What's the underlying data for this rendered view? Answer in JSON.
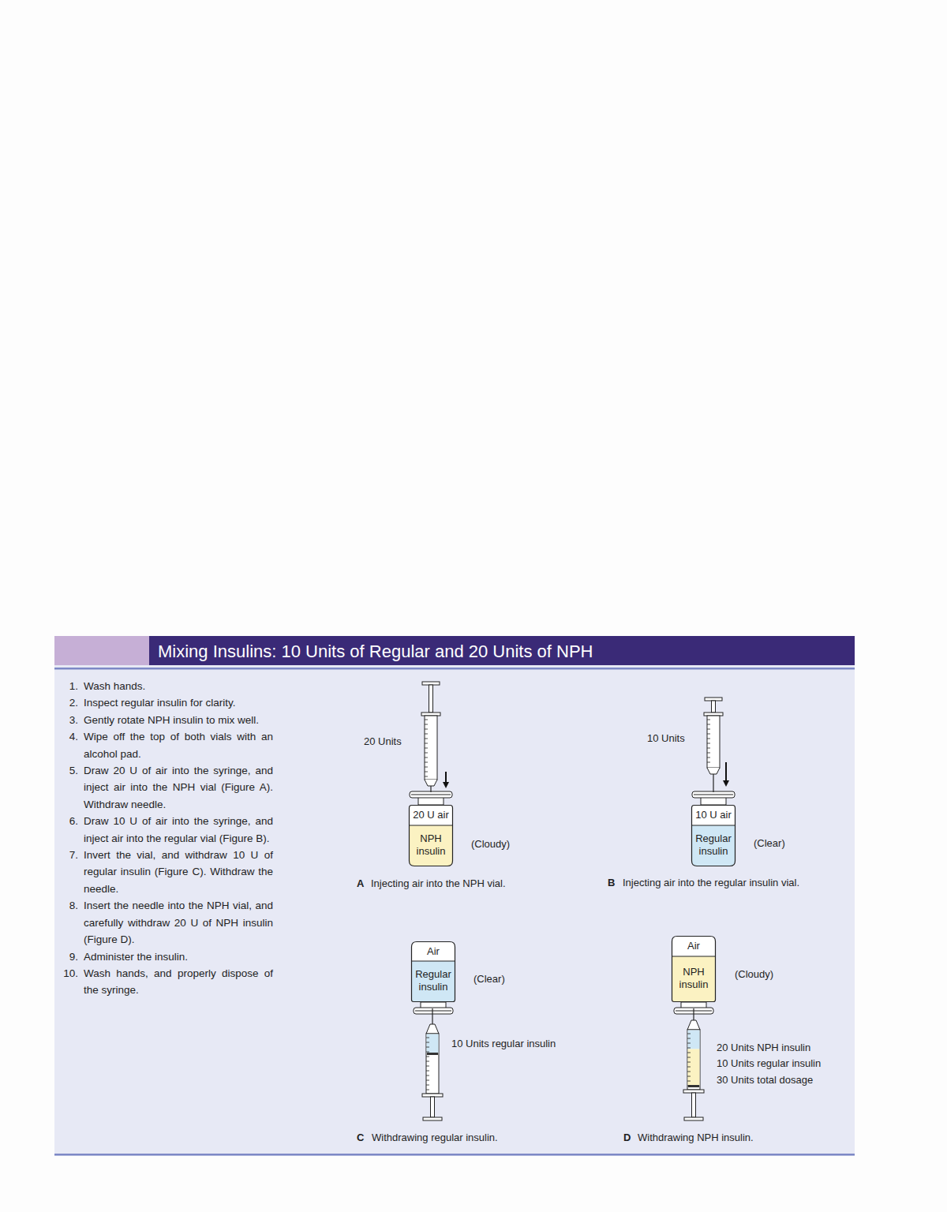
{
  "diagram": {
    "title": "Mixing Insulins: 10 Units of Regular and 20 Units of NPH",
    "nodes": [
      {
        "text": [
          "20 U air",
          "NPH insulin"
        ]
      },
      {
        "text": [
          "10 U air",
          "Regular insulin"
        ]
      },
      {
        "text": [
          "Air",
          "Regular insulin"
        ]
      },
      {
        "text": [
          "Air",
          "NPH insulin"
        ]
      }
    ],
    "labels": [
      "1.",
      "Wash hands.",
      "2.",
      "Inspect regular insulin for clarity.",
      "3.",
      "Gently rotate NPH insulin to mix well.",
      "4.",
      "Wipe off the top of both vials with an alcohol pad.",
      "5.",
      "Draw 20 U of air into the syringe, and inject air into the NPH vial (Figure A). Withdraw needle.",
      "6.",
      "Draw 10 U of air into the syringe, and inject air into the regular vial (Figure B).",
      "7.",
      "Invert the vial, and withdraw 10 U of regular insulin (Figure C). Withdraw the needle.",
      "8.",
      "Insert the needle into the NPH vial, and carefully withdraw 20 U of NPH insulin (Figure D).",
      "9.",
      "Administer the insulin.",
      "10.",
      "Wash hands, and properly dispose of the syringe.",
      "20 Units",
      "(Cloudy)",
      "A",
      "Injecting air into the NPH vial.",
      "10 Units",
      "(Clear)",
      "B",
      "Injecting air into the regular insulin vial.",
      "(Clear)",
      "10 Units regular insulin",
      "C",
      "Withdrawing regular insulin.",
      "(Cloudy)",
      "20 Units NPH insulin",
      "10 Units regular insulin",
      "30 Units total dosage",
      "D",
      "Withdrawing NPH insulin."
    ]
  }
}
